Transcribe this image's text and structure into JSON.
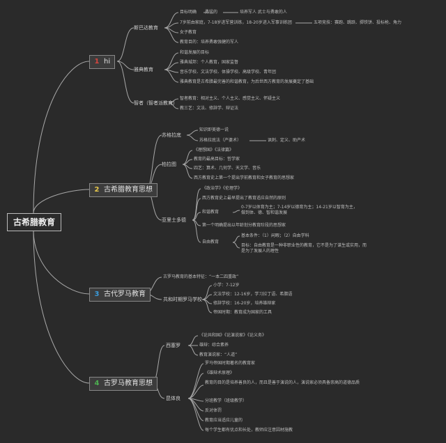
{
  "root": "古希腊教育",
  "branches": [
    {
      "id": "b1",
      "num": "1",
      "num_color": "#d8463f",
      "label": "hi"
    },
    {
      "id": "b2",
      "num": "2",
      "num_color": "#e8c84a",
      "label": "古希腊教育思想"
    },
    {
      "id": "b3",
      "num": "3",
      "num_color": "#3a9ad9",
      "label": "古代罗马教育"
    },
    {
      "id": "b4",
      "num": "4",
      "num_color": "#4caf50",
      "label": "古罗马教育思想"
    }
  ],
  "b1": {
    "sparta": {
      "title": "斯巴达教育",
      "l1": "目标明确",
      "l1b": "勇猛的",
      "l1c": "培养军人 武士与勇敢的人",
      "l2": "7岁前由家庭，7-18岁进军营训练，18-20岁进入军事训练团",
      "l2b": "五项竞技：赛跑、跳跃、掷铁饼、投标枪、角力",
      "l3": "女子教育",
      "l4": "教育目的：培养勇敢强健的军人"
    },
    "athens": {
      "title": "雅典教育",
      "l1": "和谐发展的目标",
      "l2": "雅典城邦：个人教育，国家监督",
      "l3": "音乐学校、文法学校、体操学校、高级学校、青年团",
      "l4": "雅典教育是古希腊最完善的和谐教育，为后世西方教育的发展奠定了基础"
    },
    "sophist": {
      "title": "智者（智者派教育）",
      "l1": "智者教育：相对主义、个人主义、感觉主义、怀疑主义",
      "l2": "教三艺：文法、修辞学、辩证法"
    }
  },
  "b2": {
    "socrates": {
      "title": "苏格拉底",
      "l1": "知识即美德一说",
      "l2": "苏格拉底法（产婆术）",
      "l2b": "讽刺、定义、助产术"
    },
    "plato": {
      "title": "柏拉图",
      "l1": "《理想国》《法律篇》",
      "l2": "教育的最高目标：哲学家",
      "l3": "四艺：算术、几何学、天文学、音乐",
      "l4": "西方教育史上第一个提出学前教育和女子教育的思想家"
    },
    "aristotle": {
      "title": "亚里士多德",
      "l1": "《政治学》《伦理学》",
      "l2": "西方教育史上最早提出了教育适应自然的原则",
      "l3": "和谐教育",
      "l3b": "0-7岁以体育为主；7-14岁以德育为主；14-21岁以智育为主，做到体、德、智和谐发展",
      "l4": "第一个明确提出以年龄划分教育阶段的思想家",
      "l5": "自由教育",
      "l5a": "基本条件：（1）闲暇；（2）自由学科",
      "l5b": "目标：自由教育是一种非职业性的教育，它不是为了谋生或实用，而是为了发展人的理性"
    }
  },
  "b3": {
    "l1": "古罗马教育的基本特征：“一本二四重政”",
    "title": "共和时期罗马学校",
    "s1": "小学：7-12岁",
    "s2": "文法学校：12-16岁，学习拉丁语、希腊语",
    "s3": "修辞学校：16-20岁，培养雄辩家",
    "s4": "帝国时期：教育成为国家的工具"
  },
  "b4": {
    "cicero": {
      "title": "西塞罗",
      "l1": "《论共和国》《论演说家》《论义务》",
      "l2": "雄辩：综合素养",
      "l3": "教育演说家：“人道”"
    },
    "quintilian": {
      "title": "昆体良",
      "l1": "罗马帝国时期著名的教育家",
      "l2": "《雄辩术原理》",
      "l3": "教育的目的是培养善良的人，而且是善于演说的人，演说家必须具备崇高的道德品质",
      "l4": "分班教学（班级教学）",
      "l5": "反对体罚",
      "l6": "教育应当适应儿童的",
      "l7": "每个学生都有优点和长处，教师应注意因材施教"
    }
  },
  "style": {
    "background": "#2a2a2a",
    "wire": "#a8a8a8",
    "text": "#bdbdbd"
  }
}
